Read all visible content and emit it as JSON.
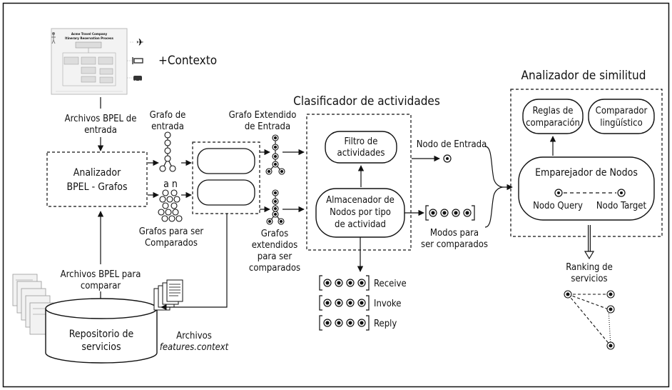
{
  "labels": {
    "contexto": "+Contexto",
    "archivos_bpel_entrada": [
      "Archivos BPEL de",
      "entrada"
    ],
    "grafo_entrada": [
      "Grafo de",
      "entrada"
    ],
    "analizador_bpel": [
      "Analizador",
      "BPEL - Grafos"
    ],
    "a_n": "a   n",
    "grafos_comparados": [
      "Grafos para ser",
      "Comparados"
    ],
    "archivos_bpel_comparar": [
      "Archivos BPEL para",
      "comparar"
    ],
    "repositorio": [
      "Repositorio de",
      "servicios"
    ],
    "archivos_features": [
      "Archivos",
      "features.context"
    ],
    "grafo_extendido_entrada": [
      "Grafo Extendido",
      "de Entrada"
    ],
    "grafos_extendidos": [
      "Grafos",
      "extendidos",
      "para ser",
      "comparados"
    ],
    "clasificador_title": "Clasificador de actividades",
    "filtro": [
      "Filtro de",
      "actividades"
    ],
    "almacenador": [
      "Almacenador de",
      "Nodos por tipo",
      "de actividad"
    ],
    "nodo_entrada": "Nodo de Entrada",
    "modos_comparados": [
      "Modos para",
      "ser comparados"
    ],
    "receive": "Receive",
    "invoke": "Invoke",
    "reply": "Reply",
    "analizador_similitud_title": "Analizador de similitud",
    "reglas": [
      "Reglas de",
      "comparación"
    ],
    "comparador": [
      "Comparador",
      "lingüístico"
    ],
    "emparejador": "Emparejador de Nodos",
    "nodo_query": "Nodo Query",
    "nodo_target": "Nodo Target",
    "ranking": [
      "Ranking de",
      "servicios"
    ]
  },
  "thumbnail": {
    "company": "Acme Travel Company",
    "process": "Itinerary Reservation Process"
  },
  "colors": {
    "ink": "#111111",
    "paper": "#ffffff",
    "thumb_gray": "#b9b9b9"
  }
}
